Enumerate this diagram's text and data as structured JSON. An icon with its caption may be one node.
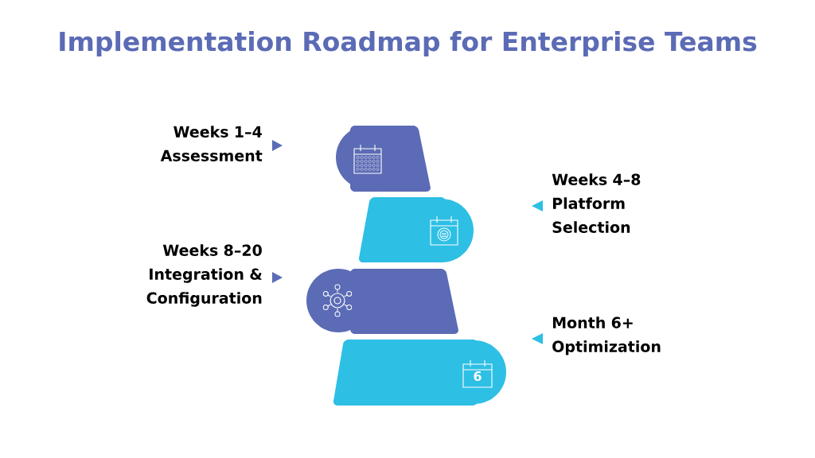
{
  "diagram": {
    "title": "Implementation Roadmap for Enterprise Teams",
    "nodes": [
      {
        "text": [],
        "shape": "box",
        "beside": [
          "Weeks 1–4",
          "Assessment"
        ]
      },
      {
        "text": [],
        "shape": "box",
        "beside": [
          "Weeks 4–8",
          "Platform Selection"
        ]
      },
      {
        "text": [],
        "shape": "box",
        "beside": [
          "Weeks 8–20",
          "Integration & Configuration"
        ]
      },
      {
        "text": [],
        "shape": "box",
        "beside": [
          "Month 6+",
          "Optimization"
        ]
      }
    ],
    "labels": [
      "6"
    ]
  }
}
